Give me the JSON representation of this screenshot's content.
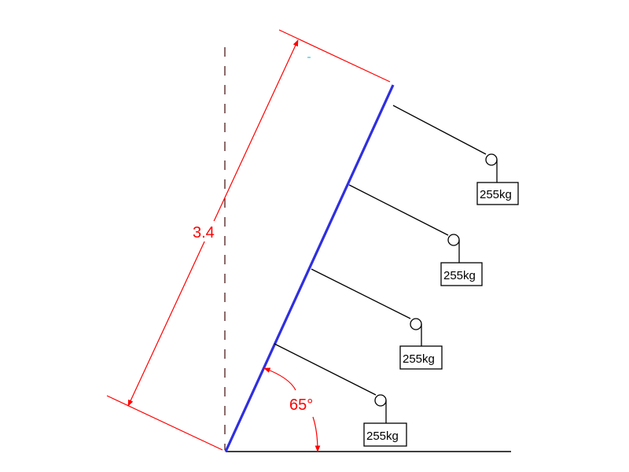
{
  "diagram": {
    "length_label": "3.4",
    "angle_label": "65°",
    "masses": [
      {
        "label": "255kg"
      },
      {
        "label": "255kg"
      },
      {
        "label": "255kg"
      },
      {
        "label": "255kg"
      }
    ],
    "colors": {
      "beam": "#2f2fe0",
      "dimension": "#ff0000",
      "linework": "#000000",
      "reference_line": "#5a2a2a"
    }
  }
}
